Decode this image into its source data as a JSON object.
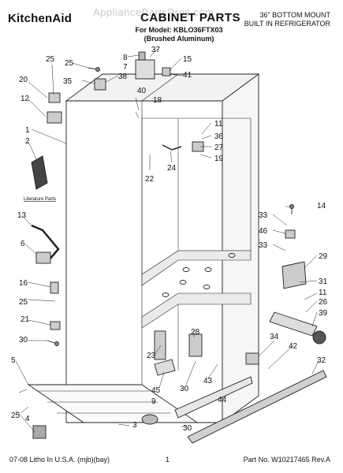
{
  "header": {
    "brand": "KitchenAid",
    "watermark": "AppliancePartsPros.com",
    "title": "CABINET PARTS",
    "model_line": "For Model: KBLO36FTX03",
    "variant_line": "(Brushed Aluminum)",
    "unit_line1": "36\" BOTTOM MOUNT",
    "unit_line2": "BUILT IN REFRIGERATOR"
  },
  "callouts": {
    "c1": "1",
    "c2": "2",
    "c3": "3",
    "c4": "4",
    "c5": "5",
    "c6": "6",
    "c7": "7",
    "c8": "8",
    "c9": "9",
    "c11a": "11",
    "c11b": "11",
    "c12": "12",
    "c13": "13",
    "c14": "14",
    "c15": "15",
    "c16": "16",
    "c18": "18",
    "c19": "19",
    "c20": "20",
    "c21": "21",
    "c22": "22",
    "c23": "23",
    "c24": "24",
    "c25a": "25",
    "c25b": "25",
    "c25c": "25",
    "c26": "26",
    "c27": "27",
    "c28": "28",
    "c29": "29",
    "c30a": "30",
    "c30b": "30",
    "c30c": "30",
    "c31": "31",
    "c32": "32",
    "c33a": "33",
    "c33b": "33",
    "c34": "34",
    "c35": "35",
    "c36": "36",
    "c37": "37",
    "c38": "38",
    "c39": "39",
    "c40": "40",
    "c41": "41",
    "c42": "42",
    "c43": "43",
    "c44": "44",
    "c45": "45",
    "c46": "46"
  },
  "literature_label": "Literature Parts",
  "footer": {
    "left": "07-08 Litho In U.S.A. (mjb)(bay)",
    "center": "1",
    "right": "Part No. W10217465 Rev.A"
  }
}
